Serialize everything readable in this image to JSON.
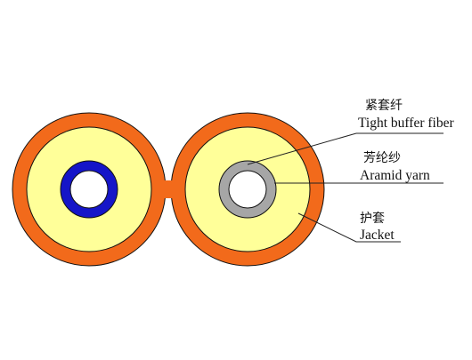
{
  "labels": {
    "tight_buffer_cn": "紧套纤",
    "tight_buffer_en": "Tight buffer fiber",
    "aramid_cn": "芳纶纱",
    "aramid_en": "Aramid yarn",
    "jacket_cn": "护套",
    "jacket_en": "Jacket"
  },
  "colors": {
    "jacket": "#F26A1B",
    "aramid_yarn": "#FFFF99",
    "left_fiber_buffer": "#1515C8",
    "right_fiber_buffer": "#A6A6A6",
    "fiber_core": "#FFFFFF",
    "leader_line": "#222222",
    "outline": "#111111"
  }
}
